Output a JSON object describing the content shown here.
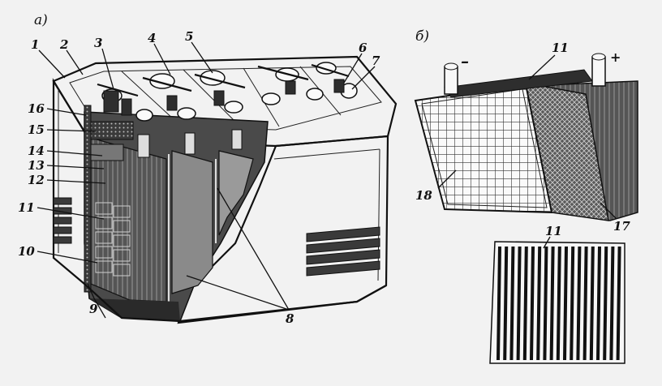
{
  "panels": {
    "a": "а)",
    "b": "б)"
  },
  "callouts_a": [
    "1",
    "2",
    "3",
    "4",
    "5",
    "6",
    "7",
    "16",
    "15",
    "14",
    "13",
    "12",
    "11",
    "10",
    "9",
    "8"
  ],
  "callouts_b": {
    "minus": "–",
    "plus": "+",
    "top11": "11",
    "n18": "18",
    "n17": "17",
    "bottom11": "11"
  },
  "colors": {
    "ink": "#111111",
    "shade": "#4a4a4a",
    "dark": "#2a2a2a",
    "paper": "#f4f4f4"
  }
}
